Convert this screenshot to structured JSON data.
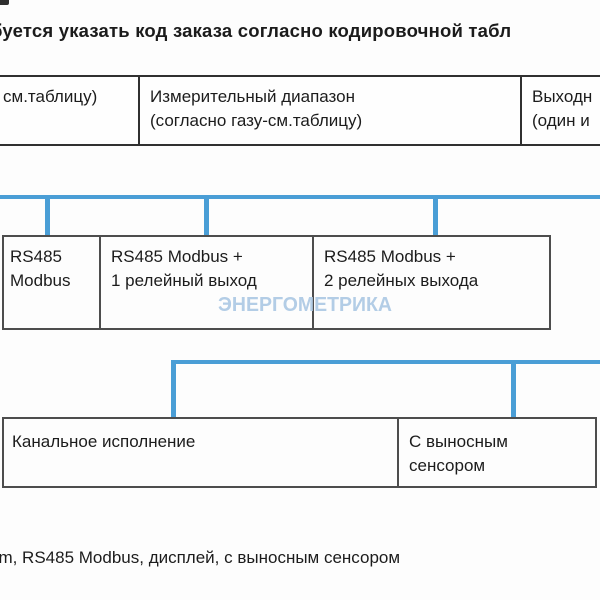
{
  "page": {
    "title_visible": "буется указать код заказа согласно кодировочной табл",
    "bottom_note_visible": "pm, RS485 Modbus, дисплей, с выносным сенсором",
    "watermark": "ЭНЕРГОМЕТРИКА"
  },
  "header_row": {
    "cells": [
      {
        "line1": "см.таблицу)",
        "line2": ""
      },
      {
        "line1": "Измерительный диапазон",
        "line2": "(согласно газу-см.таблицу)"
      },
      {
        "line1": "Выходн",
        "line2": "(один и"
      }
    ]
  },
  "interface_row": {
    "cells": [
      {
        "line1": "RS485",
        "line2": "Modbus"
      },
      {
        "line1": "RS485 Modbus +",
        "line2": "1 релейный выход"
      },
      {
        "line1": "RS485 Modbus +",
        "line2": "2 релейных выхода"
      }
    ]
  },
  "mounting_row": {
    "cells": [
      {
        "line1": "Канальное исполнение",
        "line2": ""
      },
      {
        "line1": "С выносным",
        "line2": "сенсором"
      }
    ]
  },
  "colors": {
    "connector_blue": "#4a9ed6",
    "watermark_blue": "#b3cde6",
    "border_dark_header": "#303030",
    "border_dark_boxes": "#4d4d4d"
  }
}
